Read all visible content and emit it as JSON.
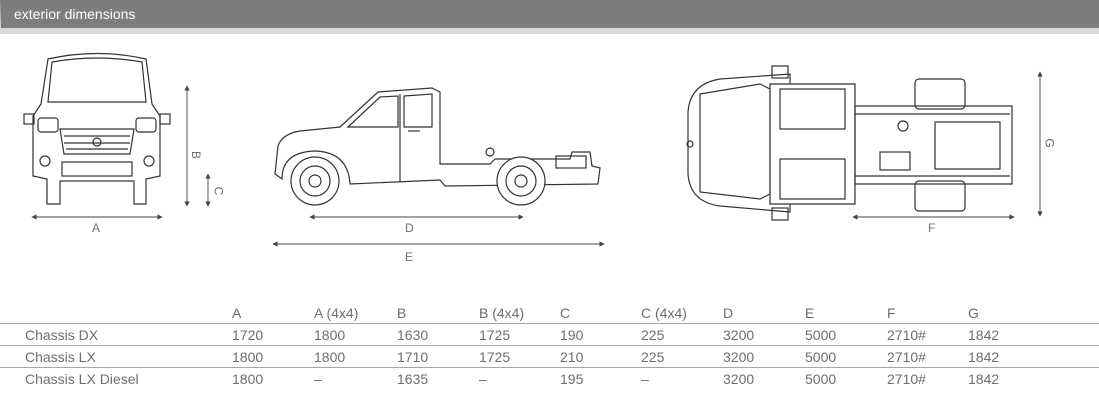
{
  "header": {
    "title": "exterior dimensions"
  },
  "dimension_labels": {
    "a": "A",
    "b": "B",
    "c": "C",
    "d": "D",
    "e": "E",
    "f": "F",
    "g": "G"
  },
  "table": {
    "columns": [
      "",
      "A",
      "A (4x4)",
      "B",
      "B (4x4)",
      "C",
      "C (4x4)",
      "D",
      "E",
      "F",
      "G"
    ],
    "rows": [
      {
        "name": "Chassis DX",
        "cells": [
          "1720",
          "1800",
          "1630",
          "1725",
          "190",
          "225",
          "3200",
          "5000",
          "2710#",
          "1842"
        ]
      },
      {
        "name": "Chassis LX",
        "cells": [
          "1800",
          "1800",
          "1710",
          "1725",
          "210",
          "225",
          "3200",
          "5000",
          "2710#",
          "1842"
        ]
      },
      {
        "name": "Chassis LX Diesel",
        "cells": [
          "1800",
          "–",
          "1635",
          "–",
          "195",
          "–",
          "3200",
          "5000",
          "2710#",
          "1842"
        ]
      }
    ]
  },
  "colors": {
    "header": "#7d7d7d",
    "line": "#a7a7a7",
    "text": "#6e6e6e"
  }
}
